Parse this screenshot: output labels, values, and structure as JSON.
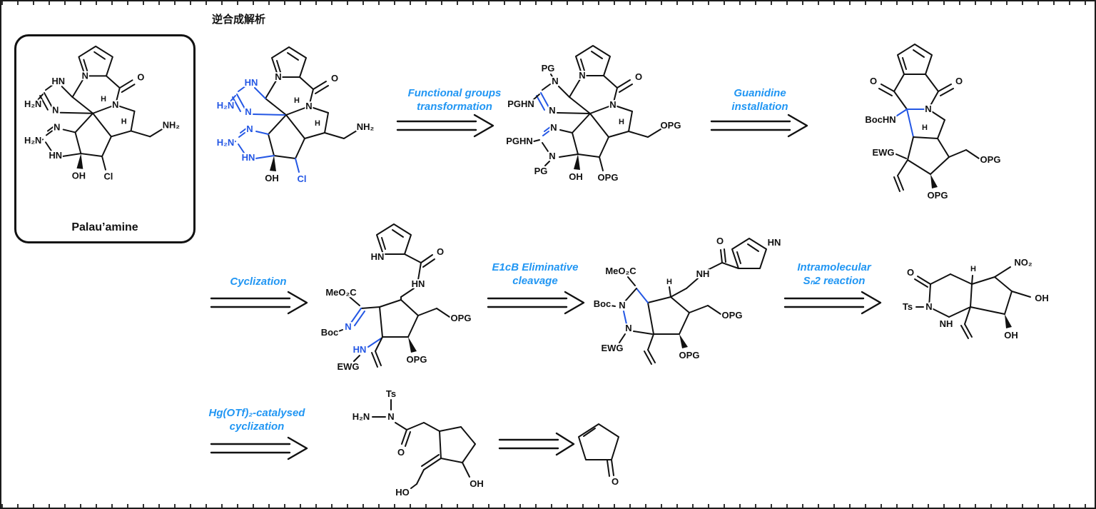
{
  "frame": {
    "title": "逆合成解析"
  },
  "colors": {
    "bond_black": "#111111",
    "bond_blue": "#2457e4",
    "label_blue": "#2196f3"
  },
  "target": {
    "caption": "Palau’amine"
  },
  "arrow_labels": {
    "fgt": {
      "line1": "Functional groups",
      "line2": "transformation"
    },
    "guanidine": {
      "line1": "Guanidine",
      "line2": "installation"
    },
    "cyclization": {
      "line1": "Cyclization",
      "line2": ""
    },
    "e1cb": {
      "line1": "E1cB Eliminative",
      "line2": "cleavage"
    },
    "sn2": {
      "line1": "Intramolecular",
      "line2": "Sₙ2 reaction"
    },
    "hg": {
      "line1": "Hg(OTf)₂-catalysed",
      "line2": "cyclization"
    }
  },
  "structures": {
    "palauamine": {
      "labels": {
        "o1": "O",
        "nfus": "N",
        "nam": "N",
        "hn_a": "HN",
        "h2n_a": "H₂N",
        "n_a": "N",
        "n_b": "N",
        "h2n_b": "H₂N",
        "hn_b": "HN",
        "oh": "OH",
        "cl": "Cl",
        "nh2": "NH₂",
        "h1": "H",
        "h2": "H"
      }
    },
    "s2": {
      "labels": {
        "o1": "O",
        "nfus": "N",
        "nam": "N",
        "hn_a": "HN",
        "h2n_a": "H₂N",
        "n_a": "N",
        "n_b": "N",
        "h2n_b": "H₂N",
        "hn_b": "HN",
        "oh": "OH",
        "cl": "Cl",
        "nh2": "NH₂",
        "h1": "H",
        "h2": "H"
      }
    },
    "s3": {
      "labels": {
        "o1": "O",
        "nfus": "N",
        "nam": "N",
        "pg1": "PG",
        "n1g": "N",
        "pghn_a": "PGHN",
        "n_a": "N",
        "n_b": "N",
        "pghn_b": "PGHN",
        "n2g": "N",
        "pg2": "PG",
        "oh": "OH",
        "opg_b": "OPG",
        "opg_r": "OPG",
        "h1": "H"
      }
    },
    "s4": {
      "labels": {
        "o1": "O",
        "o2": "O",
        "n1": "N",
        "bochn": "BocHN",
        "ewg": "EWG",
        "h1": "H",
        "opg_r": "OPG",
        "opg_b": "OPG"
      }
    },
    "s5": {
      "labels": {
        "hn_pyr": "HN",
        "o_am": "O",
        "hn_am": "HN",
        "meo2c": "MeO₂C",
        "boc": "Boc",
        "n_bl": "N",
        "hn_bl": "HN",
        "ewg": "EWG",
        "opg_r": "OPG",
        "opg_b": "OPG"
      }
    },
    "s6": {
      "labels": {
        "meo2c": "MeO₂C",
        "o_am": "O",
        "nh_am": "NH",
        "hn_pyr": "HN",
        "boc": "Boc",
        "n1": "N",
        "n2": "N",
        "ewg": "EWG",
        "h1": "H",
        "opg_r": "OPG",
        "opg_b": "OPG"
      }
    },
    "s7": {
      "labels": {
        "o1": "O",
        "ts": "Ts",
        "n1": "N",
        "nh": "NH",
        "h1": "H",
        "no2": "NO₂",
        "oh1": "OH",
        "oh2": "OH"
      }
    },
    "s8": {
      "labels": {
        "ts": "Ts",
        "h2n": "H₂N",
        "n1": "N",
        "o1": "O",
        "ho": "HO",
        "oh": "OH"
      }
    },
    "s9": {
      "labels": {
        "o1": "O"
      }
    }
  }
}
